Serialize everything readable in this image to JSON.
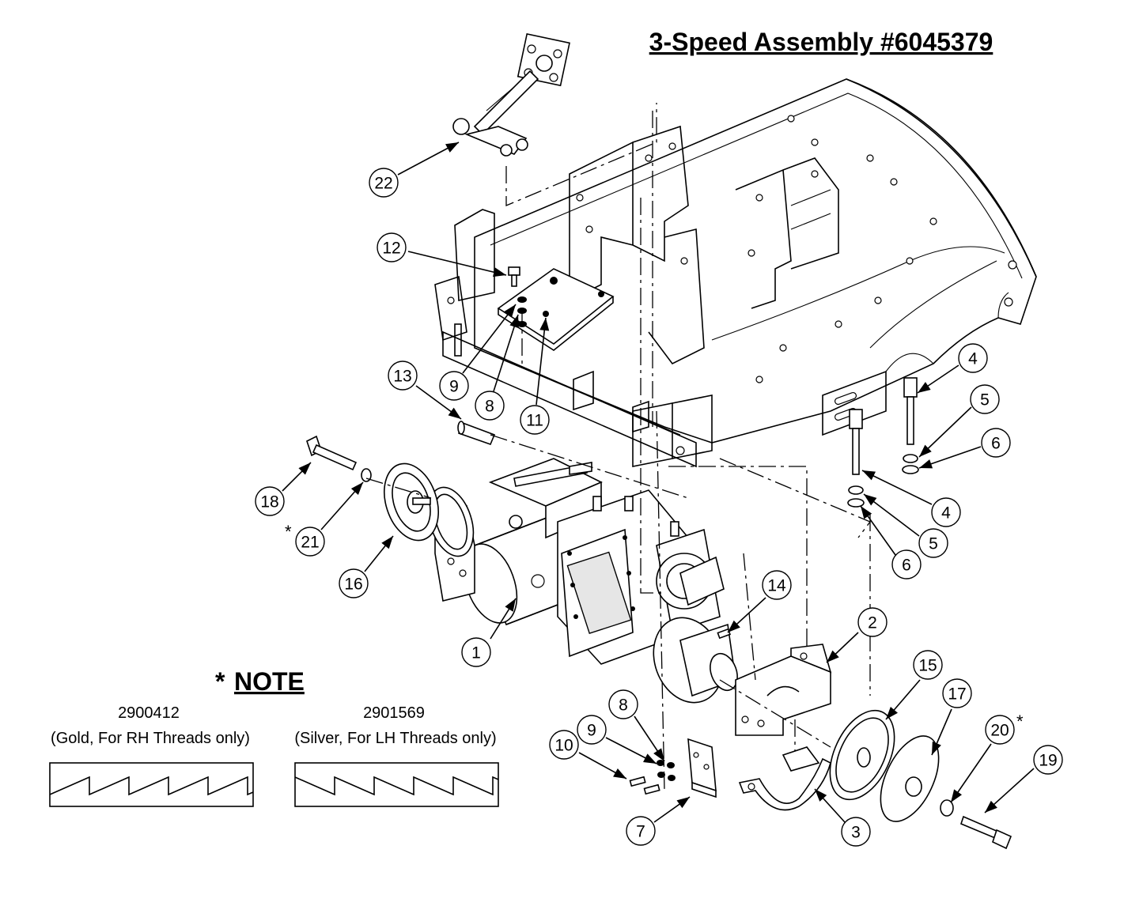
{
  "title": "3-Speed Assembly #6045379",
  "callouts": [
    {
      "id": "c1",
      "label": "1"
    },
    {
      "id": "c2",
      "label": "2"
    },
    {
      "id": "c3",
      "label": "3"
    },
    {
      "id": "c4a",
      "label": "4"
    },
    {
      "id": "c4b",
      "label": "4"
    },
    {
      "id": "c5a",
      "label": "5"
    },
    {
      "id": "c5b",
      "label": "5"
    },
    {
      "id": "c6a",
      "label": "6"
    },
    {
      "id": "c6b",
      "label": "6"
    },
    {
      "id": "c7",
      "label": "7"
    },
    {
      "id": "c8a",
      "label": "8"
    },
    {
      "id": "c8b",
      "label": "8"
    },
    {
      "id": "c9a",
      "label": "9"
    },
    {
      "id": "c9b",
      "label": "9"
    },
    {
      "id": "c10",
      "label": "10"
    },
    {
      "id": "c11",
      "label": "11"
    },
    {
      "id": "c12",
      "label": "12"
    },
    {
      "id": "c13",
      "label": "13"
    },
    {
      "id": "c14",
      "label": "14"
    },
    {
      "id": "c15",
      "label": "15"
    },
    {
      "id": "c16",
      "label": "16"
    },
    {
      "id": "c17",
      "label": "17"
    },
    {
      "id": "c18",
      "label": "18"
    },
    {
      "id": "c19",
      "label": "19"
    },
    {
      "id": "c20",
      "label": "20"
    },
    {
      "id": "c21",
      "label": "21"
    },
    {
      "id": "c22",
      "label": "22"
    }
  ],
  "asterisk": "*",
  "note": {
    "heading_star": "*",
    "heading": "NOTE",
    "parts": [
      {
        "number": "2900412",
        "description": "(Gold, For RH Threads only)"
      },
      {
        "number": "2901569",
        "description": "(Silver, For LH Threads only)"
      }
    ]
  }
}
